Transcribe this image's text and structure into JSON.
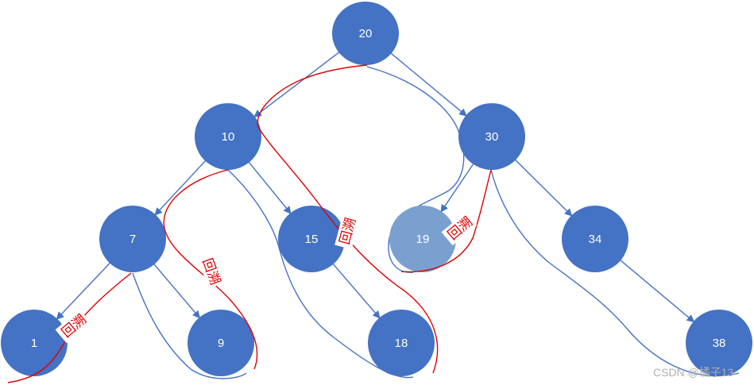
{
  "colors": {
    "node_fill": "#4472c4",
    "node_highlight_fill": "#7aa0cf",
    "edge": "#4472c4",
    "traversal_path": "#4472c4",
    "backtrack_path": "#e00000",
    "label_text": "#ffffff",
    "annotation_text": "#e00000"
  },
  "tree": {
    "nodes": [
      {
        "id": "n20",
        "label": "20"
      },
      {
        "id": "n10",
        "label": "10"
      },
      {
        "id": "n30",
        "label": "30"
      },
      {
        "id": "n7",
        "label": "7"
      },
      {
        "id": "n15",
        "label": "15"
      },
      {
        "id": "n19",
        "label": "19",
        "highlighted": true
      },
      {
        "id": "n34",
        "label": "34"
      },
      {
        "id": "n1",
        "label": "1"
      },
      {
        "id": "n9",
        "label": "9"
      },
      {
        "id": "n18",
        "label": "18"
      },
      {
        "id": "n38",
        "label": "38"
      }
    ],
    "edges": [
      {
        "from": "n20",
        "to": "n10"
      },
      {
        "from": "n20",
        "to": "n30"
      },
      {
        "from": "n10",
        "to": "n7"
      },
      {
        "from": "n10",
        "to": "n15"
      },
      {
        "from": "n30",
        "to": "n19"
      },
      {
        "from": "n30",
        "to": "n34"
      },
      {
        "from": "n7",
        "to": "n1"
      },
      {
        "from": "n7",
        "to": "n9"
      },
      {
        "from": "n15",
        "to": "n18"
      },
      {
        "from": "n34",
        "to": "n38"
      }
    ]
  },
  "annotations": {
    "backtrack_1": "回溯",
    "backtrack_2": "回溯",
    "backtrack_3": "回溯",
    "backtrack_4": "回溯"
  },
  "watermark": "CSDN @橘子13"
}
